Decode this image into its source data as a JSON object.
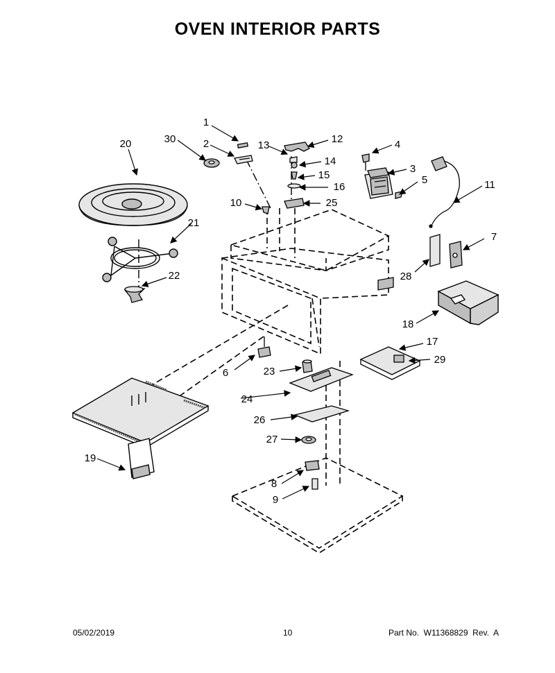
{
  "page": {
    "title": "OVEN INTERIOR PARTS"
  },
  "callouts": [
    "1",
    "2",
    "3",
    "4",
    "5",
    "6",
    "7",
    "8",
    "9",
    "10",
    "11",
    "12",
    "13",
    "14",
    "15",
    "16",
    "17",
    "18",
    "19",
    "20",
    "21",
    "22",
    "23",
    "24",
    "25",
    "26",
    "27",
    "28",
    "29",
    "30"
  ],
  "footer": {
    "date": "05/02/2019",
    "page_number": "10",
    "part_info": "Part No.  W11368829  Rev.  A"
  },
  "colors": {
    "line": "#000000",
    "shade": "#bdbdbd",
    "light_shade": "#e6e6e6"
  }
}
